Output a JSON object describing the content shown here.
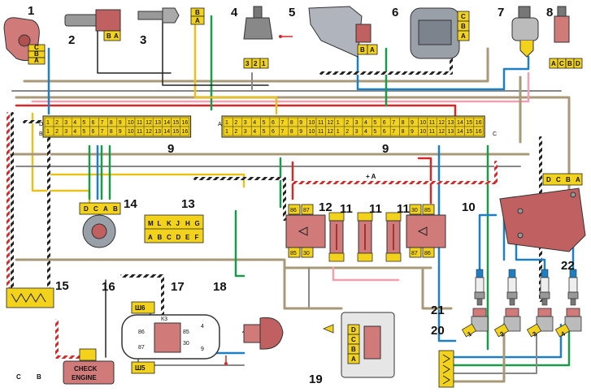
{
  "components": [
    {
      "id": "1"
    },
    {
      "id": "2"
    },
    {
      "id": "3"
    },
    {
      "id": "4"
    },
    {
      "id": "5"
    },
    {
      "id": "6"
    },
    {
      "id": "7"
    },
    {
      "id": "8"
    },
    {
      "id": "9"
    },
    {
      "id": "10"
    },
    {
      "id": "11"
    },
    {
      "id": "12"
    },
    {
      "id": "13"
    },
    {
      "id": "14"
    },
    {
      "id": "15"
    },
    {
      "id": "16"
    },
    {
      "id": "17"
    },
    {
      "id": "18"
    },
    {
      "id": "19"
    },
    {
      "id": "20"
    },
    {
      "id": "21"
    },
    {
      "id": "22"
    }
  ],
  "ecu": {
    "left_row_top": [
      "1",
      "2",
      "3",
      "4",
      "5",
      "6",
      "7",
      "8",
      "9",
      "10",
      "11",
      "12",
      "13",
      "14",
      "15",
      "16"
    ],
    "left_row_bottom": [
      "1",
      "2",
      "3",
      "4",
      "5",
      "6",
      "7",
      "8",
      "9",
      "10",
      "11",
      "12",
      "13",
      "14",
      "15",
      "16"
    ],
    "right_row_top": [
      "1",
      "2",
      "3",
      "4",
      "5",
      "6",
      "7",
      "8",
      "9",
      "10",
      "11",
      "12",
      "1",
      "2",
      "3",
      "4",
      "5",
      "6",
      "7",
      "8",
      "9",
      "10",
      "11",
      "12",
      "13",
      "14",
      "15",
      "16"
    ],
    "right_row_bottom": [
      "1",
      "2",
      "3",
      "4",
      "5",
      "6",
      "7",
      "8",
      "9",
      "10",
      "11",
      "12",
      "1",
      "2",
      "3",
      "4",
      "5",
      "6",
      "7",
      "8",
      "9",
      "10",
      "11",
      "12",
      "13",
      "14",
      "15",
      "16"
    ],
    "row_letters": [
      "D",
      "B",
      "A",
      "C"
    ]
  },
  "pins": {
    "c1": [
      "C",
      "B",
      "A"
    ],
    "c2": [
      "B",
      "A"
    ],
    "c3": [
      "B",
      "A"
    ],
    "c4": [
      "3",
      "2",
      "1"
    ],
    "c5": [
      "B",
      "A"
    ],
    "c6": [
      "C",
      "B",
      "A"
    ],
    "c8": [
      "A",
      "C",
      "B",
      "D"
    ],
    "c14": [
      "D",
      "C",
      "A",
      "B"
    ],
    "c13_top": [
      "M",
      "L",
      "K",
      "J",
      "H",
      "G"
    ],
    "c13_bottom": [
      "A",
      "B",
      "C",
      "D",
      "E",
      "F"
    ],
    "c12": [
      "86",
      "87",
      "85",
      "30"
    ],
    "c10": [
      "30",
      "85",
      "87",
      "86"
    ],
    "c22": [
      "D",
      "C",
      "B",
      "A"
    ],
    "c19": [
      "D",
      "C",
      "B",
      "A"
    ],
    "c17": [
      "Ш6",
      "Ш5"
    ],
    "k3": [
      "К3",
      "86",
      "85",
      "30",
      "87",
      "4",
      "9"
    ],
    "cyl": [
      "1",
      "2",
      "3",
      "4"
    ],
    "ends": [
      "C",
      "B"
    ]
  },
  "labels": {
    "check_engine_1": "CHECK",
    "check_engine_2": "ENGINE",
    "plus_a": "+ A"
  },
  "colors": {
    "connector": "#f2d21b",
    "component": "#d07a7a",
    "wire_blue": "#1e7fc2",
    "wire_green": "#1a9a4a",
    "wire_red": "#d62828",
    "wire_pink": "#f0a0b0",
    "wire_tan": "#a89878",
    "wire_yellow": "#e6c21a",
    "wire_black": "#222222",
    "wire_gray": "#888888"
  }
}
